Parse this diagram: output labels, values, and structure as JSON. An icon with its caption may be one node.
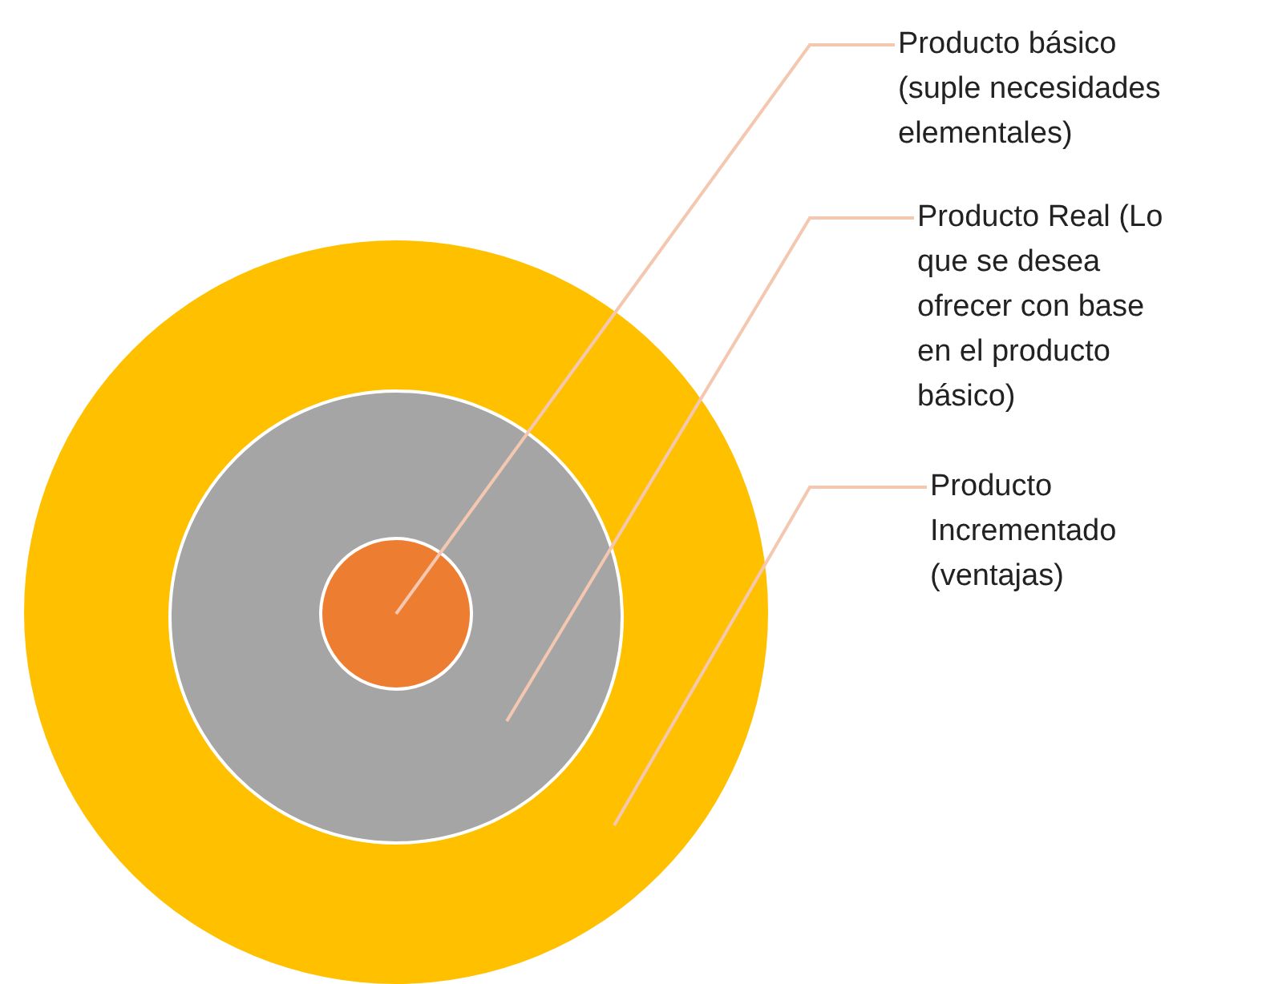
{
  "diagram": {
    "nodes": [
      {
        "text": [
          "Producto básico (suple necesidades elementales)"
        ]
      },
      {
        "text": [
          "Producto Real (Lo que se desea ofrecer con base en el producto básico)"
        ]
      },
      {
        "text": [
          "Producto Incrementado (ventajas)"
        ]
      },
      {
        "text": [],
        "shape": "circle"
      },
      {
        "text": [],
        "shape": "circle",
        "in": 3
      },
      {
        "text": [],
        "shape": "circle",
        "in": 4
      }
    ],
    "edges": [
      {
        "from": 0,
        "to": 5,
        "arrow": "none"
      },
      {
        "from": 1,
        "to": 4,
        "arrow": "none"
      },
      {
        "from": 2,
        "to": 3,
        "arrow": "none"
      }
    ]
  }
}
